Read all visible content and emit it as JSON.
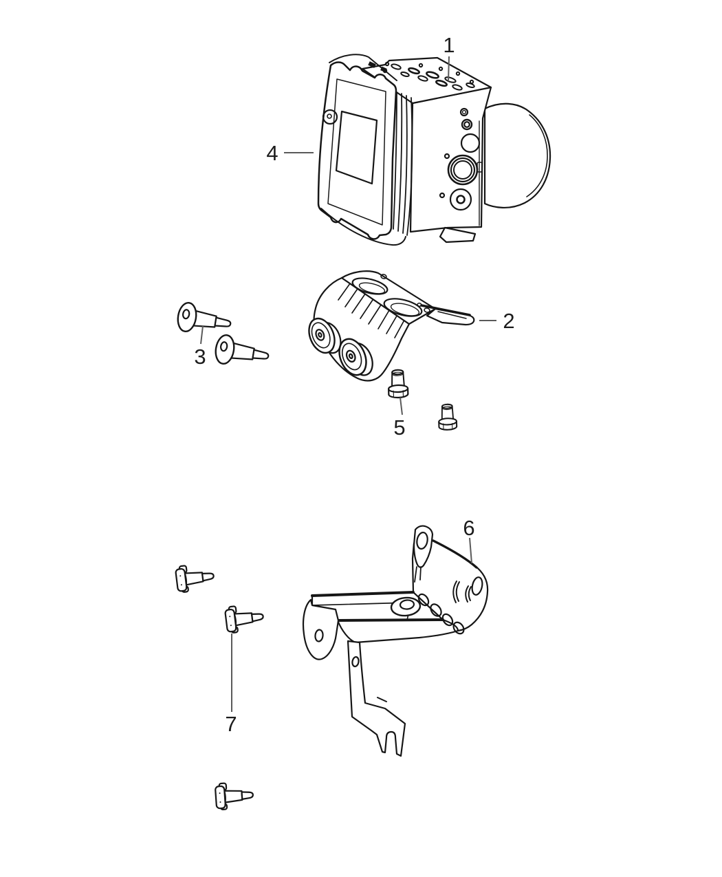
{
  "diagram": {
    "kind": "exploded-parts-line-drawing",
    "colors": {
      "background": "#ffffff",
      "line_art": "#161616",
      "leader_line": "#5a5a5a",
      "label_text": "#1c1c1c"
    }
  },
  "callouts": [
    {
      "label": "1"
    },
    {
      "label": "2"
    },
    {
      "label": "3"
    },
    {
      "label": "4"
    },
    {
      "label": "5"
    },
    {
      "label": "6"
    },
    {
      "label": "7"
    }
  ]
}
